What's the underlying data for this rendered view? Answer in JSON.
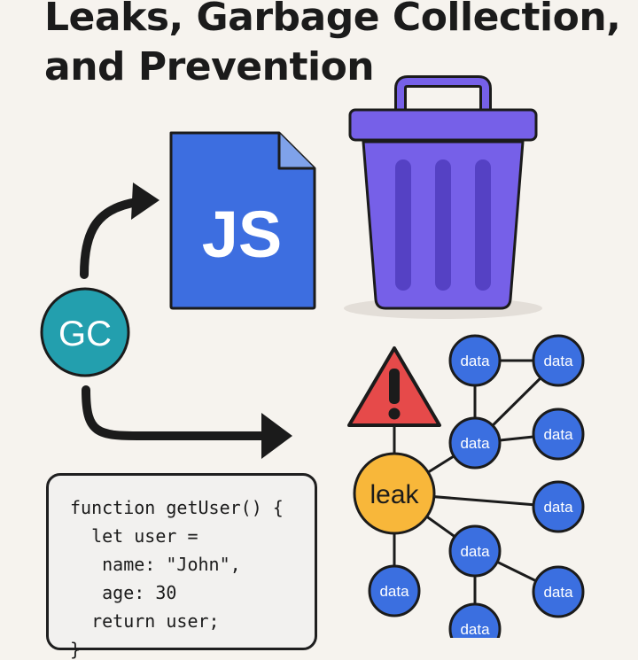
{
  "title": {
    "line1": "Leaks, Garbage Collection,",
    "line2": "and Prevention"
  },
  "js_file": {
    "label": "JS",
    "icon": "javascript-file-icon",
    "color": "#3d6ee0"
  },
  "trash": {
    "icon": "trash-can-icon",
    "color": "#7660e8"
  },
  "gc_node": {
    "label": "GC",
    "color": "#239fae"
  },
  "warning": {
    "icon": "warning-triangle-icon",
    "color": "#e64a4a"
  },
  "leak_node": {
    "label": "leak",
    "color": "#f8b73a"
  },
  "data_node_label": "data",
  "data_node_color": "#3b6fe0",
  "code_lines": [
    "function getUser() {",
    "  let user =",
    "   name: \"John\",",
    "   age: 30",
    "  return user;",
    "}"
  ]
}
